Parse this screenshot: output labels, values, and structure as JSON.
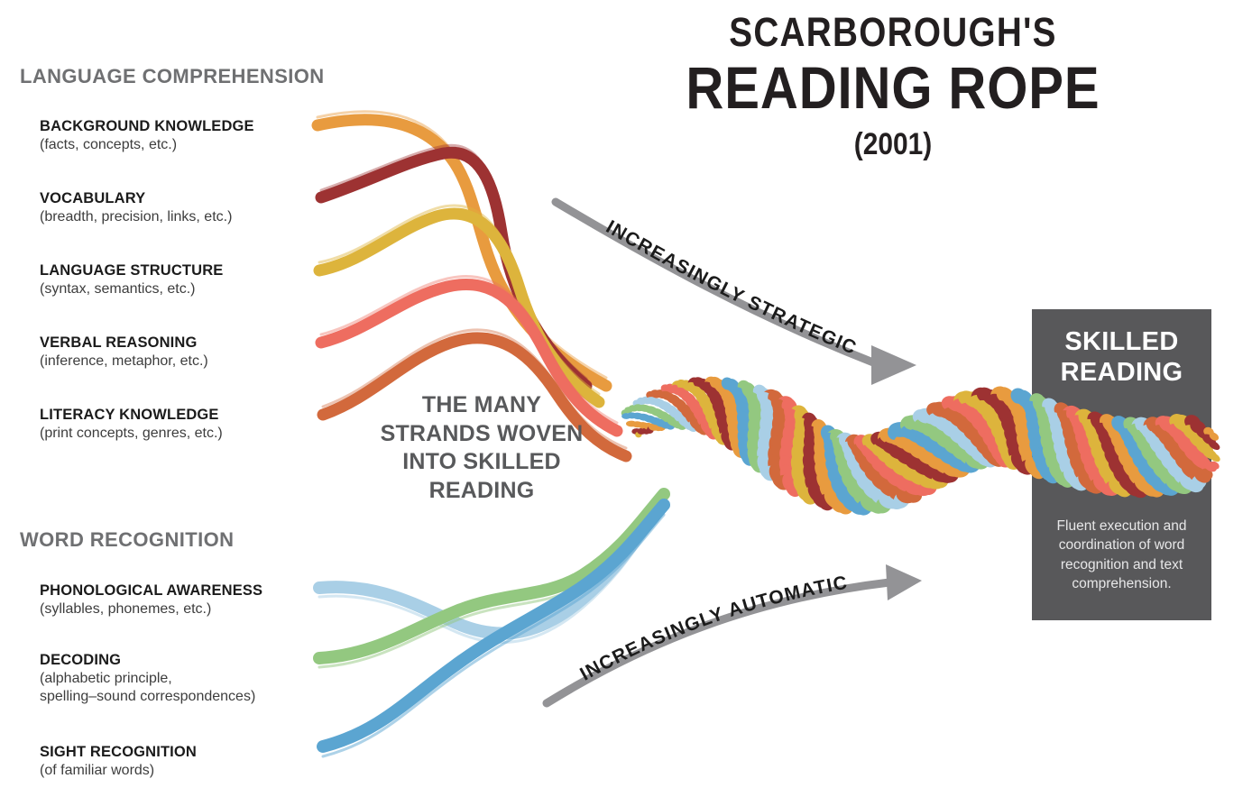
{
  "title": {
    "eyebrow": "SCARBOROUGH'S",
    "main": "READING ROPE",
    "year": "(2001)"
  },
  "center_caption": "THE MANY STRANDS WOVEN INTO SKILLED READING",
  "language_comprehension": {
    "heading": "LANGUAGE COMPREHENSION",
    "strands": [
      {
        "title": "BACKGROUND KNOWLEDGE",
        "detail": "(facts, concepts, etc.)",
        "color": "#e89b3f"
      },
      {
        "title": "VOCABULARY",
        "detail": "(breadth, precision, links, etc.)",
        "color": "#9d3232"
      },
      {
        "title": "LANGUAGE STRUCTURE",
        "detail": "(syntax, semantics, etc.)",
        "color": "#ddb43c"
      },
      {
        "title": "VERBAL REASONING",
        "detail": "(inference, metaphor, etc.)",
        "color": "#ee6d60"
      },
      {
        "title": "LITERACY KNOWLEDGE",
        "detail": "(print concepts, genres, etc.)",
        "color": "#d2693c"
      }
    ]
  },
  "word_recognition": {
    "heading": "WORD RECOGNITION",
    "strands": [
      {
        "title": "PHONOLOGICAL AWARENESS",
        "detail": "(syllables, phonemes, etc.)",
        "color": "#a9cfe6"
      },
      {
        "title": "DECODING",
        "detail": "(alphabetic principle,\nspelling–sound correspondences)",
        "color": "#93c880"
      },
      {
        "title": "SIGHT RECOGNITION",
        "detail": "(of familiar words)",
        "color": "#5ba5d1"
      }
    ]
  },
  "arrows": [
    {
      "label": "INCREASINGLY STRATEGIC",
      "name": "strategic"
    },
    {
      "label": "INCREASINGLY AUTOMATIC",
      "name": "automatic"
    }
  ],
  "skilled_reading": {
    "heading": "SKILLED READING",
    "body": "Fluent execution and coordination of word recognition and text comprehension."
  },
  "colors": {
    "orange": "#e89b3f",
    "dark_red": "#9d3232",
    "yellow": "#ddb43c",
    "coral": "#ee6d60",
    "terracotta": "#d2693c",
    "light_blue": "#a9cfe6",
    "green": "#93c880",
    "blue": "#5ba5d1",
    "panel_bg": "#58585a",
    "arrow_gray": "#939396",
    "heading_gray": "#6f7072",
    "caption_gray": "#58595b"
  }
}
